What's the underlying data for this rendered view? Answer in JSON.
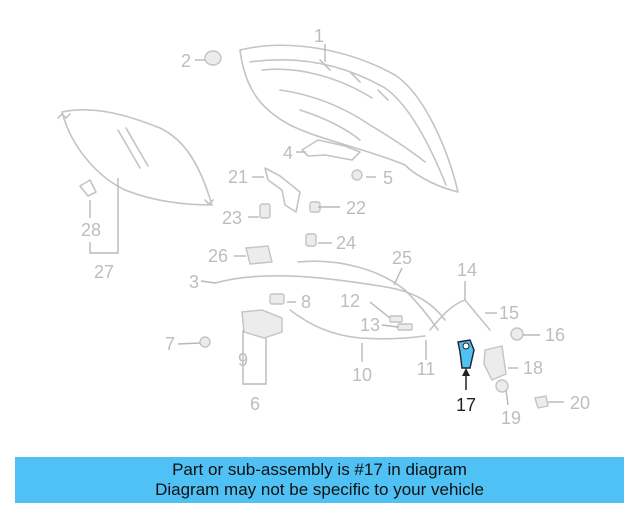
{
  "diagram": {
    "highlight_color": "#4fc1f4",
    "callouts": [
      {
        "id": "c1",
        "text": "1"
      },
      {
        "id": "c2",
        "text": "2"
      },
      {
        "id": "c3",
        "text": "3"
      },
      {
        "id": "c4",
        "text": "4"
      },
      {
        "id": "c5",
        "text": "5"
      },
      {
        "id": "c6",
        "text": "6"
      },
      {
        "id": "c7",
        "text": "7"
      },
      {
        "id": "c8",
        "text": "8"
      },
      {
        "id": "c9",
        "text": "9"
      },
      {
        "id": "c10",
        "text": "10"
      },
      {
        "id": "c11",
        "text": "11"
      },
      {
        "id": "c12",
        "text": "12"
      },
      {
        "id": "c13",
        "text": "13"
      },
      {
        "id": "c14",
        "text": "14"
      },
      {
        "id": "c15",
        "text": "15"
      },
      {
        "id": "c16",
        "text": "16"
      },
      {
        "id": "c17",
        "text": "17"
      },
      {
        "id": "c18",
        "text": "18"
      },
      {
        "id": "c19",
        "text": "19"
      },
      {
        "id": "c20",
        "text": "20"
      },
      {
        "id": "c21",
        "text": "21"
      },
      {
        "id": "c22",
        "text": "22"
      },
      {
        "id": "c23",
        "text": "23"
      },
      {
        "id": "c24",
        "text": "24"
      },
      {
        "id": "c25",
        "text": "25"
      },
      {
        "id": "c26",
        "text": "26"
      },
      {
        "id": "c27",
        "text": "27"
      },
      {
        "id": "c28",
        "text": "28"
      }
    ]
  },
  "banner": {
    "line1": "Part or sub-assembly is #17 in diagram",
    "line2": "Diagram may not be specific to your vehicle",
    "background": "#4fc1f4"
  }
}
